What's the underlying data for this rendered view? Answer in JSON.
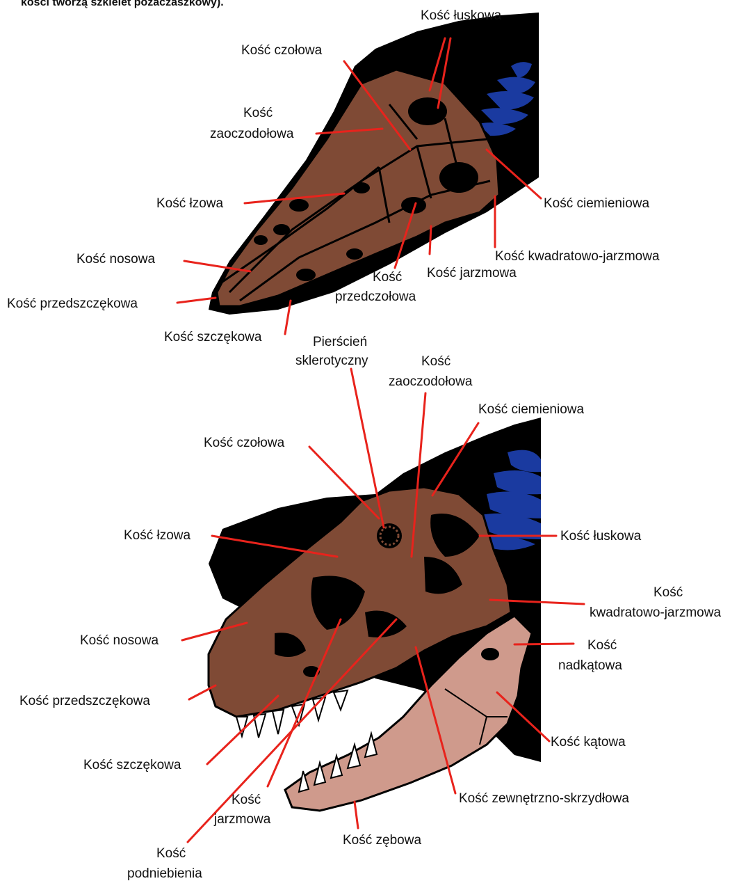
{
  "caption": "kości tworzą szkielet pozaczaszkowy).",
  "colors": {
    "bone_dark": "#7f4a35",
    "bone_light": "#cf9a8c",
    "outline": "#000000",
    "feather_blue": "#1a3aa0",
    "pointer": "#e8231c"
  },
  "top_skull": {
    "labels": {
      "luskowa": "Kość łuskowa",
      "czolowa": "Kość czołowa",
      "zaoczodolowa_1": "Kość",
      "zaoczodolowa_2": "zaoczodołowa",
      "lzowa": "Kość łzowa",
      "ciemieniowa": "Kość ciemieniowa",
      "nosowa": "Kość nosowa",
      "kwadratowo": "Kość kwadratowo-jarzmowa",
      "jarzmowa": "Kość jarzmowa",
      "przedczolowa_1": "Kość",
      "przedczolowa_2": "przedczołowa",
      "przedszczekowa": "Kość przedszczękowa",
      "szczekowa": "Kość szczękowa"
    }
  },
  "bottom_skull": {
    "labels": {
      "pierscien_1": "Pierścień",
      "pierscien_2": "sklerotyczny",
      "zaoczodolowa_1": "Kość",
      "zaoczodolowa_2": "zaoczodołowa",
      "ciemieniowa": "Kość ciemieniowa",
      "czolowa": "Kość czołowa",
      "lzowa": "Kość łzowa",
      "luskowa": "Kość łuskowa",
      "kwadratowo_1": "Kość",
      "kwadratowo_2": "kwadratowo-jarzmowa",
      "nosowa": "Kość nosowa",
      "nadkatowa_1": "Kość",
      "nadkatowa_2": "nadkątowa",
      "przedszczekowa": "Kość przedszczękowa",
      "katowa": "Kość kątowa",
      "szczekowa": "Kość szczękowa",
      "zewnetrzno": "Kość zewnętrzno-skrzydłowa",
      "jarzmowa_1": "Kość",
      "jarzmowa_2": "jarzmowa",
      "zebowa": "Kość zębowa",
      "podniebienia_1": "Kość",
      "podniebienia_2": "podniebienia"
    }
  }
}
